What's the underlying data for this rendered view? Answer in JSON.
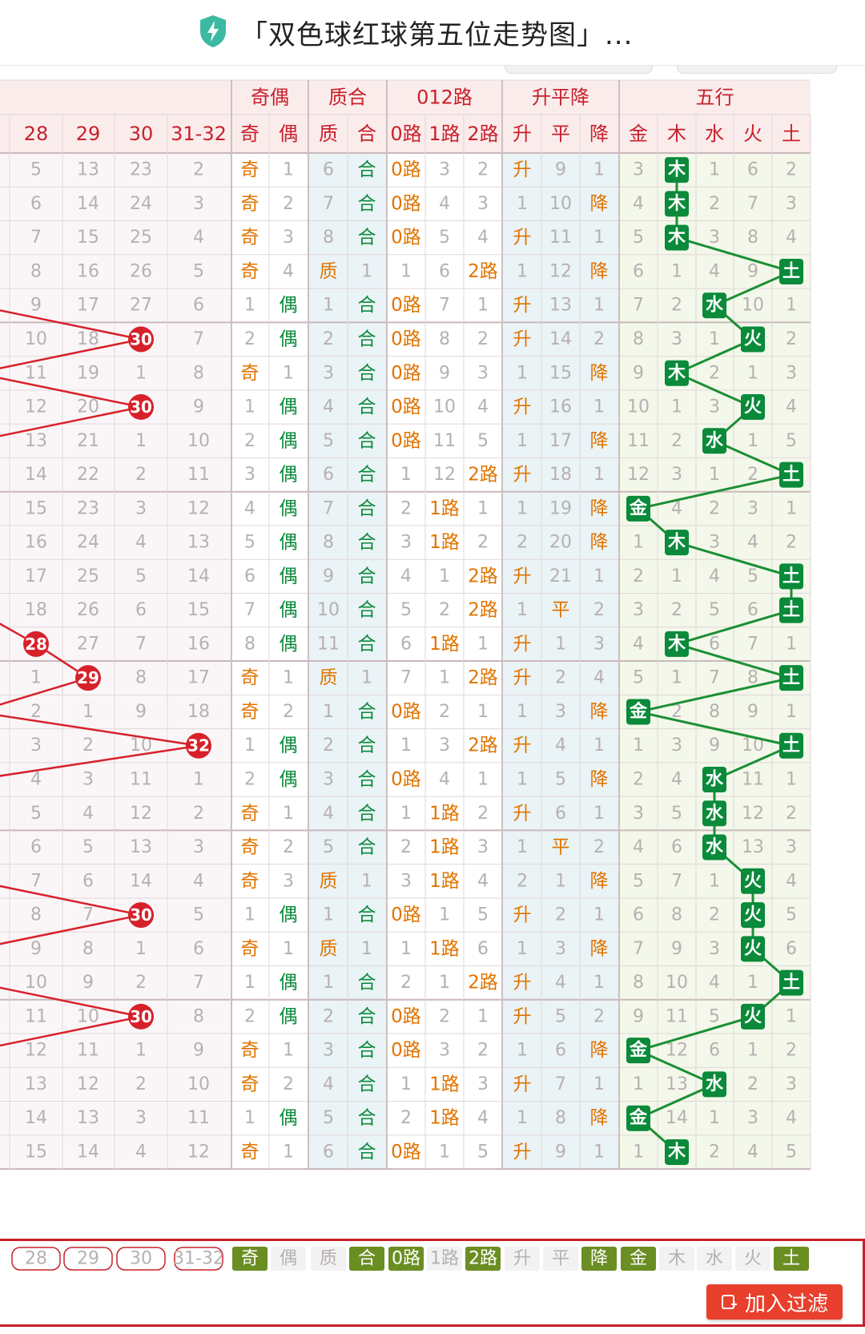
{
  "header": {
    "title": "「双色球红球第五位走势图」...",
    "shield_icon": "lightning-shield-icon"
  },
  "filter_button": {
    "label": "加入过滤",
    "icon": "filter-add-icon"
  },
  "colors": {
    "red_ball": "#d7212a",
    "green_tag": "#0a8a3a",
    "orange_text": "#e07400",
    "olive_selected": "#6b8e23",
    "accent_red": "#c8202a"
  },
  "groups": [
    {
      "label": "奇偶",
      "cols": [
        "奇",
        "偶"
      ]
    },
    {
      "label": "质合",
      "cols": [
        "质",
        "合"
      ]
    },
    {
      "label": "012路",
      "cols": [
        "0路",
        "1路",
        "2路"
      ]
    },
    {
      "label": "升平降",
      "cols": [
        "升",
        "平",
        "降"
      ]
    },
    {
      "label": "五行",
      "cols": [
        "金",
        "木",
        "水",
        "火",
        "土"
      ]
    }
  ],
  "left_columns": [
    "28",
    "29",
    "30",
    "31-32"
  ],
  "rows": [
    {
      "l": [
        "5",
        "13",
        "23",
        "2"
      ],
      "r": [
        "奇",
        "1",
        "6",
        "合",
        "0路",
        "3",
        "2",
        "升",
        "9",
        "1",
        "3",
        "木",
        "1",
        "6",
        "2"
      ],
      "ball": null
    },
    {
      "l": [
        "6",
        "14",
        "24",
        "3"
      ],
      "r": [
        "奇",
        "2",
        "7",
        "合",
        "0路",
        "4",
        "3",
        "1",
        "10",
        "降",
        "4",
        "木",
        "2",
        "7",
        "3"
      ],
      "ball": null
    },
    {
      "l": [
        "7",
        "15",
        "25",
        "4"
      ],
      "r": [
        "奇",
        "3",
        "8",
        "合",
        "0路",
        "5",
        "4",
        "升",
        "11",
        "1",
        "5",
        "木",
        "3",
        "8",
        "4"
      ],
      "ball": null
    },
    {
      "l": [
        "8",
        "16",
        "26",
        "5"
      ],
      "r": [
        "奇",
        "4",
        "质",
        "1",
        "1",
        "6",
        "2路",
        "1",
        "12",
        "降",
        "6",
        "1",
        "4",
        "9",
        "土"
      ],
      "ball": null
    },
    {
      "l": [
        "9",
        "17",
        "27",
        "6"
      ],
      "r": [
        "1",
        "偶",
        "1",
        "合",
        "0路",
        "7",
        "1",
        "升",
        "13",
        "1",
        "7",
        "2",
        "水",
        "10",
        "1"
      ],
      "ball": null
    },
    {
      "l": [
        "10",
        "18",
        "30",
        "7"
      ],
      "r": [
        "2",
        "偶",
        "2",
        "合",
        "0路",
        "8",
        "2",
        "升",
        "14",
        "2",
        "8",
        "3",
        "1",
        "火",
        "2"
      ],
      "ball": {
        "col": 2,
        "label": "30"
      }
    },
    {
      "l": [
        "11",
        "19",
        "1",
        "8"
      ],
      "r": [
        "奇",
        "1",
        "3",
        "合",
        "0路",
        "9",
        "3",
        "1",
        "15",
        "降",
        "9",
        "木",
        "2",
        "1",
        "3"
      ],
      "ball": null
    },
    {
      "l": [
        "12",
        "20",
        "30",
        "9"
      ],
      "r": [
        "1",
        "偶",
        "4",
        "合",
        "0路",
        "10",
        "4",
        "升",
        "16",
        "1",
        "10",
        "1",
        "3",
        "火",
        "4"
      ],
      "ball": {
        "col": 2,
        "label": "30"
      }
    },
    {
      "l": [
        "13",
        "21",
        "1",
        "10"
      ],
      "r": [
        "2",
        "偶",
        "5",
        "合",
        "0路",
        "11",
        "5",
        "1",
        "17",
        "降",
        "11",
        "2",
        "水",
        "1",
        "5"
      ],
      "ball": null
    },
    {
      "l": [
        "14",
        "22",
        "2",
        "11"
      ],
      "r": [
        "3",
        "偶",
        "6",
        "合",
        "1",
        "12",
        "2路",
        "升",
        "18",
        "1",
        "12",
        "3",
        "1",
        "2",
        "土"
      ],
      "ball": null
    },
    {
      "l": [
        "15",
        "23",
        "3",
        "12"
      ],
      "r": [
        "4",
        "偶",
        "7",
        "合",
        "2",
        "1路",
        "1",
        "1",
        "19",
        "降",
        "金",
        "4",
        "2",
        "3",
        "1"
      ],
      "ball": null
    },
    {
      "l": [
        "16",
        "24",
        "4",
        "13"
      ],
      "r": [
        "5",
        "偶",
        "8",
        "合",
        "3",
        "1路",
        "2",
        "2",
        "20",
        "降",
        "1",
        "木",
        "3",
        "4",
        "2"
      ],
      "ball": null
    },
    {
      "l": [
        "17",
        "25",
        "5",
        "14"
      ],
      "r": [
        "6",
        "偶",
        "9",
        "合",
        "4",
        "1",
        "2路",
        "升",
        "21",
        "1",
        "2",
        "1",
        "4",
        "5",
        "土"
      ],
      "ball": null
    },
    {
      "l": [
        "18",
        "26",
        "6",
        "15"
      ],
      "r": [
        "7",
        "偶",
        "10",
        "合",
        "5",
        "2",
        "2路",
        "1",
        "平",
        "2",
        "3",
        "2",
        "5",
        "6",
        "土"
      ],
      "ball": null
    },
    {
      "l": [
        "28",
        "27",
        "7",
        "16"
      ],
      "r": [
        "8",
        "偶",
        "11",
        "合",
        "6",
        "1路",
        "1",
        "升",
        "1",
        "3",
        "4",
        "木",
        "6",
        "7",
        "1"
      ],
      "ball": {
        "col": 0,
        "label": "28"
      }
    },
    {
      "l": [
        "1",
        "29",
        "8",
        "17"
      ],
      "r": [
        "奇",
        "1",
        "质",
        "1",
        "7",
        "1",
        "2路",
        "升",
        "2",
        "4",
        "5",
        "1",
        "7",
        "8",
        "土"
      ],
      "ball": {
        "col": 1,
        "label": "29"
      }
    },
    {
      "l": [
        "2",
        "1",
        "9",
        "18"
      ],
      "r": [
        "奇",
        "2",
        "1",
        "合",
        "0路",
        "2",
        "1",
        "1",
        "3",
        "降",
        "金",
        "2",
        "8",
        "9",
        "1"
      ],
      "ball": null
    },
    {
      "l": [
        "3",
        "2",
        "10",
        "32"
      ],
      "r": [
        "1",
        "偶",
        "2",
        "合",
        "1",
        "3",
        "2路",
        "升",
        "4",
        "1",
        "1",
        "3",
        "9",
        "10",
        "土"
      ],
      "ball": {
        "col": 3,
        "label": "32"
      }
    },
    {
      "l": [
        "4",
        "3",
        "11",
        "1"
      ],
      "r": [
        "2",
        "偶",
        "3",
        "合",
        "0路",
        "4",
        "1",
        "1",
        "5",
        "降",
        "2",
        "4",
        "水",
        "11",
        "1"
      ],
      "ball": null
    },
    {
      "l": [
        "5",
        "4",
        "12",
        "2"
      ],
      "r": [
        "奇",
        "1",
        "4",
        "合",
        "1",
        "1路",
        "2",
        "升",
        "6",
        "1",
        "3",
        "5",
        "水",
        "12",
        "2"
      ],
      "ball": null
    },
    {
      "l": [
        "6",
        "5",
        "13",
        "3"
      ],
      "r": [
        "奇",
        "2",
        "5",
        "合",
        "2",
        "1路",
        "3",
        "1",
        "平",
        "2",
        "4",
        "6",
        "水",
        "13",
        "3"
      ],
      "ball": null
    },
    {
      "l": [
        "7",
        "6",
        "14",
        "4"
      ],
      "r": [
        "奇",
        "3",
        "质",
        "1",
        "3",
        "1路",
        "4",
        "2",
        "1",
        "降",
        "5",
        "7",
        "1",
        "火",
        "4"
      ],
      "ball": null
    },
    {
      "l": [
        "8",
        "7",
        "30",
        "5"
      ],
      "r": [
        "1",
        "偶",
        "1",
        "合",
        "0路",
        "1",
        "5",
        "升",
        "2",
        "1",
        "6",
        "8",
        "2",
        "火",
        "5"
      ],
      "ball": {
        "col": 2,
        "label": "30"
      }
    },
    {
      "l": [
        "9",
        "8",
        "1",
        "6"
      ],
      "r": [
        "奇",
        "1",
        "质",
        "1",
        "1",
        "1路",
        "6",
        "1",
        "3",
        "降",
        "7",
        "9",
        "3",
        "火",
        "6"
      ],
      "ball": null
    },
    {
      "l": [
        "10",
        "9",
        "2",
        "7"
      ],
      "r": [
        "1",
        "偶",
        "1",
        "合",
        "2",
        "1",
        "2路",
        "升",
        "4",
        "1",
        "8",
        "10",
        "4",
        "1",
        "土"
      ],
      "ball": null
    },
    {
      "l": [
        "11",
        "10",
        "30",
        "8"
      ],
      "r": [
        "2",
        "偶",
        "2",
        "合",
        "0路",
        "2",
        "1",
        "升",
        "5",
        "2",
        "9",
        "11",
        "5",
        "火",
        "1"
      ],
      "ball": {
        "col": 2,
        "label": "30"
      }
    },
    {
      "l": [
        "12",
        "11",
        "1",
        "9"
      ],
      "r": [
        "奇",
        "1",
        "3",
        "合",
        "0路",
        "3",
        "2",
        "1",
        "6",
        "降",
        "金",
        "12",
        "6",
        "1",
        "2"
      ],
      "ball": null
    },
    {
      "l": [
        "13",
        "12",
        "2",
        "10"
      ],
      "r": [
        "奇",
        "2",
        "4",
        "合",
        "1",
        "1路",
        "3",
        "升",
        "7",
        "1",
        "1",
        "13",
        "水",
        "2",
        "3"
      ],
      "ball": null
    },
    {
      "l": [
        "14",
        "13",
        "3",
        "11"
      ],
      "r": [
        "1",
        "偶",
        "5",
        "合",
        "2",
        "1路",
        "4",
        "1",
        "8",
        "降",
        "金",
        "14",
        "1",
        "3",
        "4"
      ],
      "ball": null
    },
    {
      "l": [
        "15",
        "14",
        "4",
        "12"
      ],
      "r": [
        "奇",
        "1",
        "6",
        "合",
        "0路",
        "1",
        "5",
        "升",
        "9",
        "1",
        "1",
        "木",
        "2",
        "4",
        "5"
      ],
      "ball": null
    }
  ],
  "selector_row": {
    "left": [
      "28",
      "29",
      "30",
      "31-32"
    ],
    "right": [
      {
        "label": "奇",
        "selected": true
      },
      {
        "label": "偶",
        "selected": false
      },
      {
        "label": "质",
        "selected": false
      },
      {
        "label": "合",
        "selected": true
      },
      {
        "label": "0路",
        "selected": true
      },
      {
        "label": "1路",
        "selected": false
      },
      {
        "label": "2路",
        "selected": true
      },
      {
        "label": "升",
        "selected": false
      },
      {
        "label": "平",
        "selected": false
      },
      {
        "label": "降",
        "selected": true
      },
      {
        "label": "金",
        "selected": true
      },
      {
        "label": "木",
        "selected": false
      },
      {
        "label": "水",
        "selected": false
      },
      {
        "label": "火",
        "selected": false
      },
      {
        "label": "土",
        "selected": true
      }
    ]
  }
}
